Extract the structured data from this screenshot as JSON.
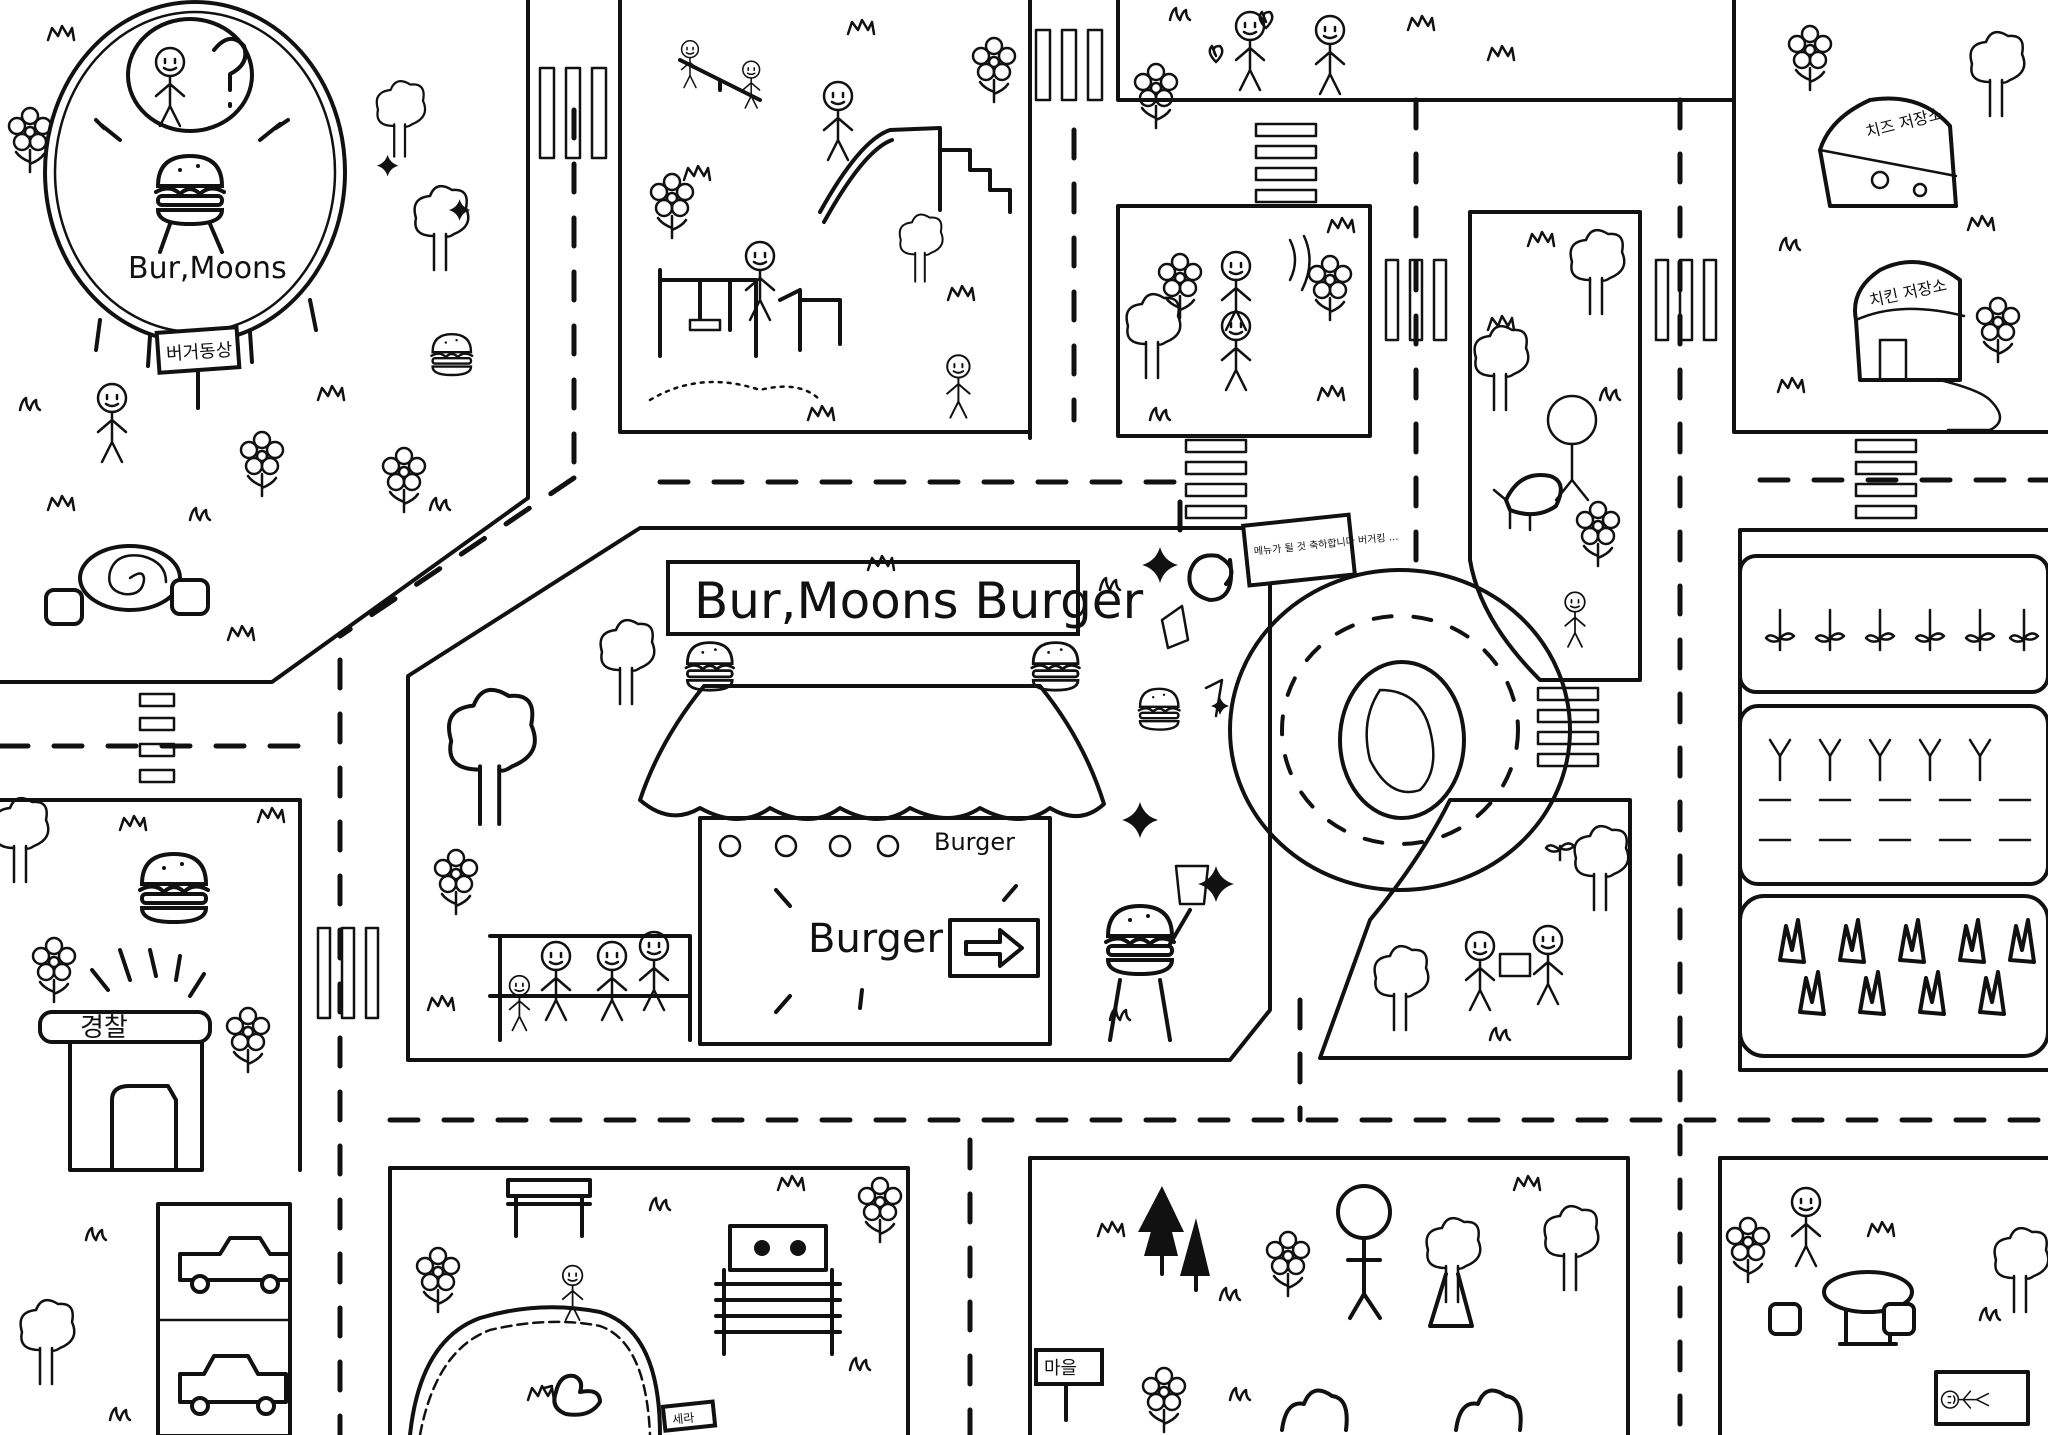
{
  "map": {
    "shop_sign": "Bur,Moons Burger",
    "tower_sign": "Bur,Moons",
    "recipe": "Burger",
    "menu_board": "Burger",
    "notice_board": "메뉴가 될 것 축하합니다 버거킹 ...",
    "police": "경찰",
    "village_sign": "마을",
    "post_sign": "버거동상",
    "storage1": "치즈 저장소",
    "storage2": "치킨 저장소",
    "mat_sign": "세라"
  },
  "icons": [
    "burger-icon",
    "flower-icon",
    "tree-icon",
    "arrow-right-icon",
    "sparkle-icon",
    "spiral-icon",
    "car-icon",
    "bench-icon",
    "swing-icon",
    "slide-icon",
    "duck-icon",
    "chicken-icon",
    "sprout-icon"
  ],
  "colors": {
    "ink": "#111111",
    "paper": "#ffffff"
  }
}
